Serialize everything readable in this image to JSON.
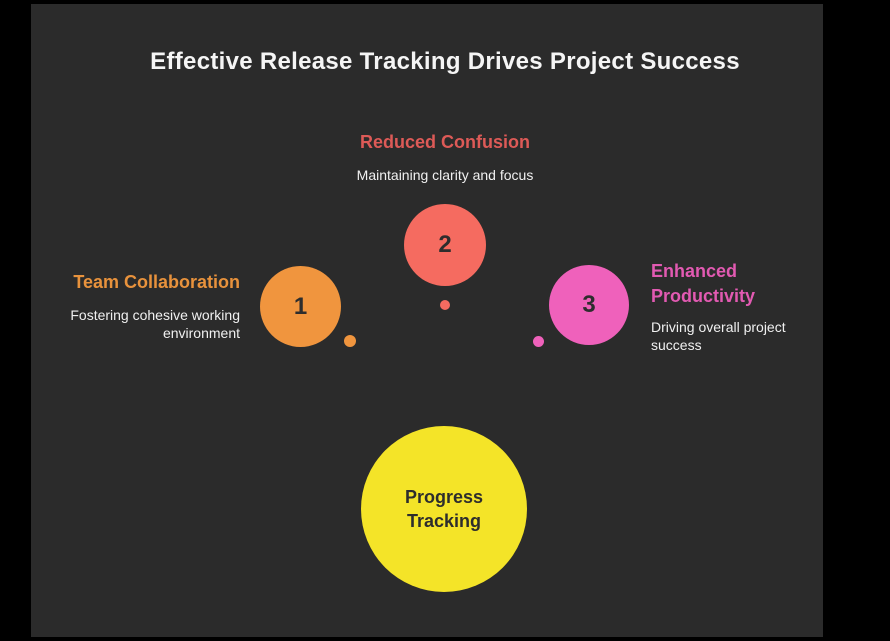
{
  "page": {
    "background": "#000000",
    "canvas_background": "#2b2b2b"
  },
  "title": "Effective Release Tracking Drives Project Success",
  "steps": [
    {
      "number": "1",
      "heading": "Team Collaboration",
      "description": "Fostering cohesive working environment",
      "accent_color": "#e8923c",
      "circle_color": "#f0953e",
      "number_color": "#2d2d2d"
    },
    {
      "number": "2",
      "heading": "Reduced Confusion",
      "description": "Maintaining clarity and focus",
      "accent_color": "#dd5a57",
      "circle_color": "#f56b60",
      "number_color": "#2d2d2d"
    },
    {
      "number": "3",
      "heading": "Enhanced Productivity",
      "description": "Driving overall project success",
      "accent_color": "#e25ab2",
      "circle_color": "#ef61bb",
      "number_color": "#2d2d2d"
    }
  ],
  "center": {
    "label": "Progress Tracking",
    "circle_color": "#f4e428",
    "text_color": "#2d2d2d"
  }
}
